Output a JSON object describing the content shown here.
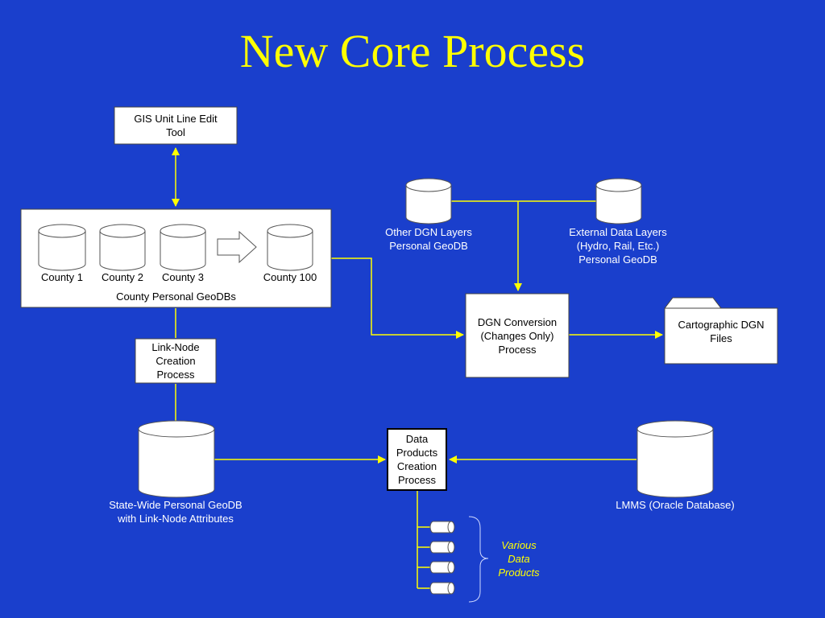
{
  "title": "New Core Process",
  "nodes": {
    "gis_tool": "GIS Unit Line Edit\nTool",
    "county1": "County 1",
    "county2": "County 2",
    "county3": "County 3",
    "county100": "County 100",
    "county_group": "County Personal GeoDBs",
    "link_node": "Link-Node\nCreation\nProcess",
    "state_wide": "State-Wide Personal GeoDB\nwith Link-Node Attributes",
    "other_dgn": "Other DGN Layers\nPersonal GeoDB",
    "external": "External Data Layers\n(Hydro, Rail, Etc.)\nPersonal GeoDB",
    "dgn_conversion": "DGN Conversion\n(Changes Only)\nProcess",
    "cartographic": "Cartographic DGN\nFiles",
    "data_products": "Data\nProducts\nCreation\nProcess",
    "lmms": "LMMS (Oracle Database)",
    "various": "Various\nData\nProducts"
  },
  "colors": {
    "background": "#1a3fcc",
    "title": "#ffff00",
    "connector": "#ffff00",
    "box": "#ffffff"
  }
}
